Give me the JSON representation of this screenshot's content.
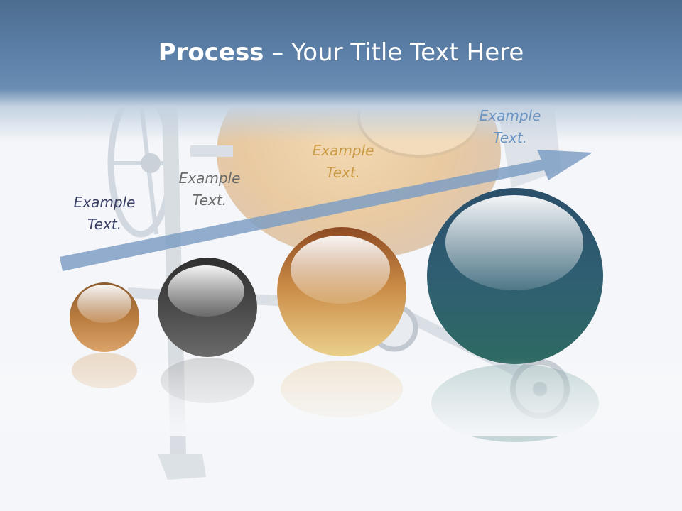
{
  "title": {
    "bold": "Process",
    "rest": " – Your Title Text Here"
  },
  "steps": [
    {
      "label_line1": "Example",
      "label_line2": "Text.",
      "sphere_color": "#c98f4e"
    },
    {
      "label_line1": "Example",
      "label_line2": "Text.",
      "sphere_color": "#4a4a4a"
    },
    {
      "label_line1": "Example",
      "label_line2": "Text.",
      "sphere_color": "#d9a654"
    },
    {
      "label_line1": "Example",
      "label_line2": "Text.",
      "sphere_color": "#2f5e72"
    }
  ],
  "colors": {
    "header": "#5a7ea6",
    "arrow": "#7f9fc4",
    "background": "#f4f6f9"
  },
  "background_image": "cement-mixer-illustration"
}
